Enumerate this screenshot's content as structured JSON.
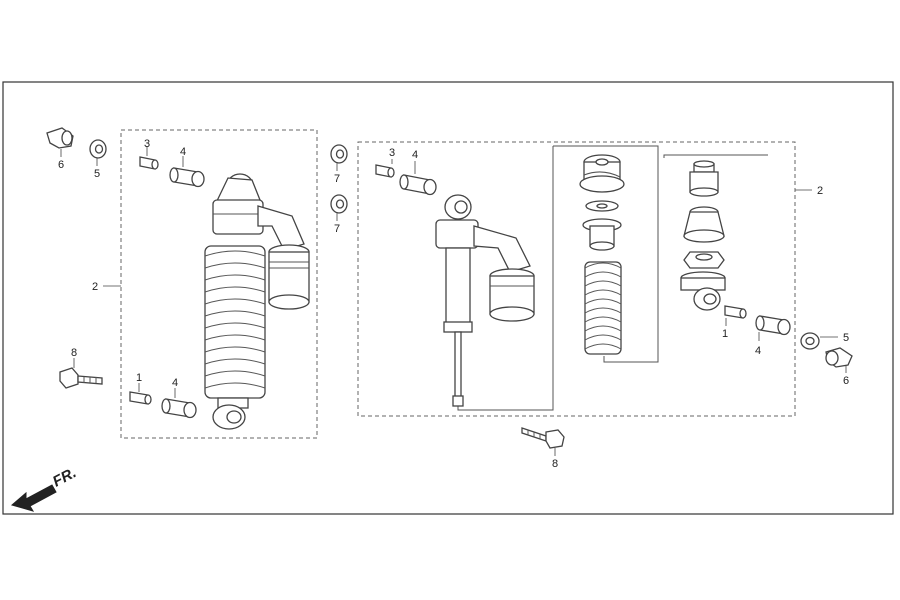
{
  "callouts": {
    "c1a": "1",
    "c1b": "1",
    "c2a": "2",
    "c2b": "2",
    "c3a": "3",
    "c3b": "3",
    "c4a": "4",
    "c4b": "4",
    "c4c": "4",
    "c4d": "4",
    "c5a": "5",
    "c5b": "5",
    "c6a": "6",
    "c6b": "6",
    "c7a": "7",
    "c7b": "7",
    "c8a": "8",
    "c8b": "8"
  },
  "direction_label": "FR.",
  "colors": {
    "line": "#444444",
    "frame": "#333333",
    "fill": "#ffffff"
  },
  "icons": [
    "front-direction-arrow-icon"
  ]
}
